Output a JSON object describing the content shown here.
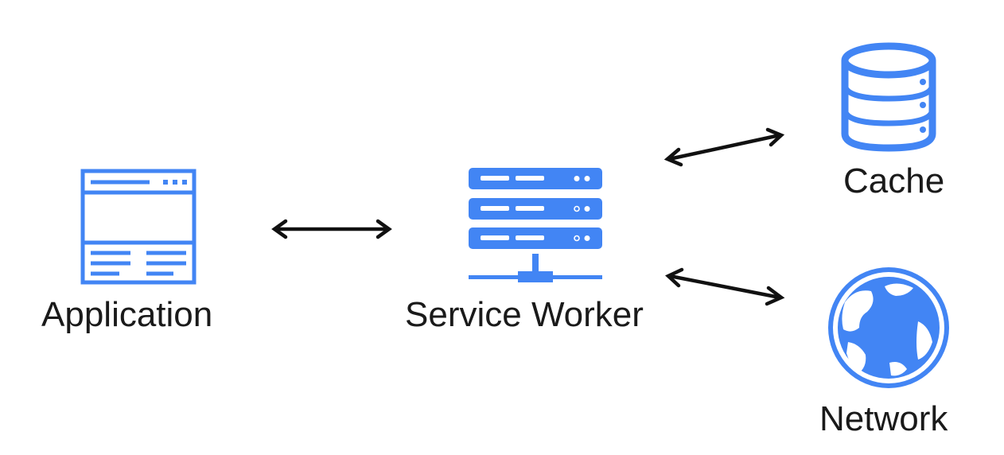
{
  "colors": {
    "icon_blue": "#4285f4",
    "arrow": "#111111",
    "label": "#1a1a1a",
    "background": "#ffffff"
  },
  "nodes": {
    "application": {
      "label": "Application",
      "icon": "browser-window-icon"
    },
    "service_worker": {
      "label": "Service Worker",
      "icon": "server-icon"
    },
    "cache": {
      "label": "Cache",
      "icon": "database-icon"
    },
    "network": {
      "label": "Network",
      "icon": "globe-icon"
    }
  },
  "edges": [
    {
      "from": "application",
      "to": "service_worker",
      "direction": "bidirectional"
    },
    {
      "from": "service_worker",
      "to": "cache",
      "direction": "bidirectional"
    },
    {
      "from": "service_worker",
      "to": "network",
      "direction": "bidirectional"
    }
  ]
}
